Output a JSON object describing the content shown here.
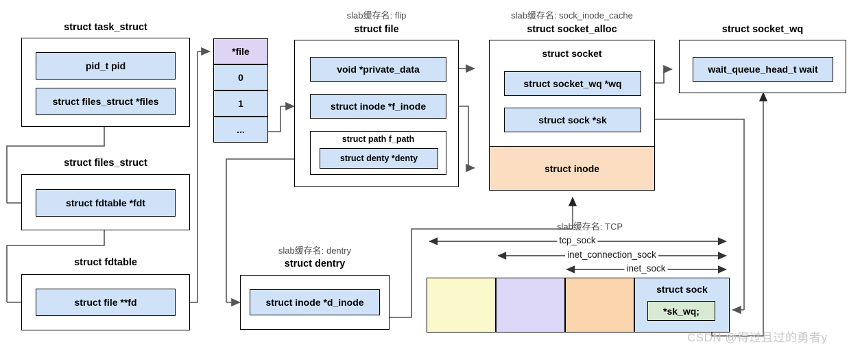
{
  "diagram": {
    "title": "Linux socket kernel data structures",
    "watermark": "CSDN @得过且过的勇者y",
    "colors": {
      "field_blue": "#cfe2f8",
      "header_purple": "#ddd5f3",
      "inode_orange": "#fbdec2",
      "sock_yellow": "#fbf8cc",
      "sock_purple": "#ddd8f7",
      "sock_orange": "#fbd5ae",
      "sock_blue": "#cfe2f8",
      "skwq_green": "#d9ead3",
      "line": "#000000",
      "slab_text": "#4d4d4d"
    },
    "groups": {
      "task_struct": {
        "title": "struct task_struct",
        "fields": [
          {
            "label": "pid_t pid"
          },
          {
            "label": "struct files_struct *files"
          }
        ]
      },
      "files_struct": {
        "title": "struct files_struct",
        "fields": [
          {
            "label": "struct fdtable *fdt"
          }
        ]
      },
      "fdtable": {
        "title": "struct fdtable",
        "fields": [
          {
            "label": "struct file **fd"
          }
        ]
      },
      "fd_array": {
        "cells": [
          {
            "label": "*file",
            "kind": "header"
          },
          {
            "label": "0",
            "kind": "index"
          },
          {
            "label": "1",
            "kind": "index"
          },
          {
            "label": "...",
            "kind": "index"
          }
        ]
      },
      "file": {
        "slab": "slab缓存名: flip",
        "title": "struct file",
        "fields": [
          {
            "label": "void *private_data"
          },
          {
            "label": "struct inode *f_inode"
          }
        ],
        "nested": {
          "label": "struct path f_path",
          "fields": [
            {
              "label": "struct denty *denty"
            }
          ]
        }
      },
      "dentry": {
        "slab": "slab缓存名: dentry",
        "title": "struct dentry",
        "fields": [
          {
            "label": "struct inode *d_inode"
          }
        ]
      },
      "socket_alloc": {
        "slab": "slab缓存名: sock_inode_cache",
        "title": "struct socket_alloc",
        "inner_title": "struct socket",
        "fields": [
          {
            "label": "struct socket_wq *wq"
          },
          {
            "label": "struct sock *sk"
          }
        ],
        "inode_label": "struct inode"
      },
      "socket_wq": {
        "title": "struct socket_wq",
        "fields": [
          {
            "label": "wait_queue_head_t wait"
          }
        ]
      },
      "tcp_layout": {
        "slab": "slab缓存名: TCP",
        "spans": [
          {
            "label": "tcp_sock"
          },
          {
            "label": "inet_connection_sock"
          },
          {
            "label": "inet_sock"
          }
        ],
        "segments": [
          {
            "label": "",
            "color": "#fbf8cc"
          },
          {
            "label": "",
            "color": "#ddd8f7"
          },
          {
            "label": "",
            "color": "#fbd5ae"
          },
          {
            "label": "struct sock",
            "color": "#cfe2f8"
          }
        ],
        "sk_wq_label": "*sk_wq;"
      }
    }
  }
}
